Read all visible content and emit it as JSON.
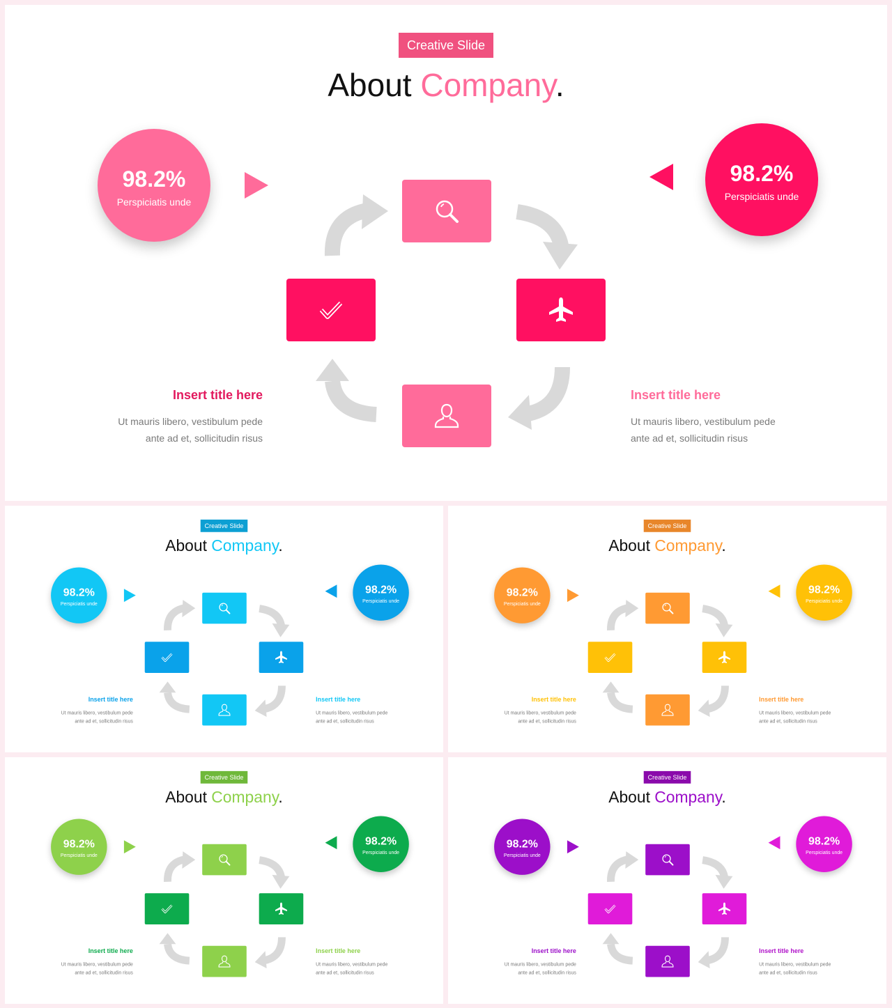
{
  "slides": [
    {
      "tag": "Creative Slide",
      "title_main": "About ",
      "title_accent": "Company",
      "title_end": ".",
      "stat_left": {
        "value": "98.2%",
        "label": "Perspiciatis unde"
      },
      "stat_right": {
        "value": "98.2%",
        "label": "Perspiciatis unde"
      },
      "caption_left": {
        "title": "Insert title here",
        "line1": "Ut mauris libero, vestibulum pede",
        "line2": "ante ad et, sollicitudin risus"
      },
      "caption_right": {
        "title": "Insert title here",
        "line1": "Ut mauris libero, vestibulum pede",
        "line2": "ante ad et, sollicitudin risus"
      },
      "colors": {
        "light": "#ff6b9a",
        "dark": "#ff1061",
        "tag": "#f0517f",
        "accent": "#ff6b9a",
        "cap_left": "#e2195e",
        "cap_right": "#ff6b9a"
      }
    },
    {
      "tag": "Creative Slide",
      "title_main": "About ",
      "title_accent": "Company",
      "title_end": ".",
      "stat_left": {
        "value": "98.2%",
        "label": "Perspiciatis unde"
      },
      "stat_right": {
        "value": "98.2%",
        "label": "Perspiciatis unde"
      },
      "caption_left": {
        "title": "Insert title here",
        "line1": "Ut mauris libero, vestibulum pede",
        "line2": "ante ad et, sollicitudin risus"
      },
      "caption_right": {
        "title": "Insert title here",
        "line1": "Ut mauris libero, vestibulum pede",
        "line2": "ante ad et, sollicitudin risus"
      },
      "colors": {
        "light": "#12c7f5",
        "dark": "#0aa2ea",
        "tag": "#0c9fd3",
        "accent": "#12c7f5",
        "cap_left": "#0aa2ea",
        "cap_right": "#12c7f5"
      }
    },
    {
      "tag": "Creative Slide",
      "title_main": "About ",
      "title_accent": "Company",
      "title_end": ".",
      "stat_left": {
        "value": "98.2%",
        "label": "Perspiciatis unde"
      },
      "stat_right": {
        "value": "98.2%",
        "label": "Perspiciatis unde"
      },
      "caption_left": {
        "title": "Insert title here",
        "line1": "Ut mauris libero, vestibulum pede",
        "line2": "ante ad et, sollicitudin risus"
      },
      "caption_right": {
        "title": "Insert title here",
        "line1": "Ut mauris libero, vestibulum pede",
        "line2": "ante ad et, sollicitudin risus"
      },
      "colors": {
        "light": "#ff9a33",
        "dark": "#ffc107",
        "tag": "#e8862a",
        "accent": "#ff9a33",
        "cap_left": "#ffc107",
        "cap_right": "#ff9a33"
      }
    },
    {
      "tag": "Creative Slide",
      "title_main": "About ",
      "title_accent": "Company",
      "title_end": ".",
      "stat_left": {
        "value": "98.2%",
        "label": "Perspiciatis unde"
      },
      "stat_right": {
        "value": "98.2%",
        "label": "Perspiciatis unde"
      },
      "caption_left": {
        "title": "Insert title here",
        "line1": "Ut mauris libero, vestibulum pede",
        "line2": "ante ad et, sollicitudin risus"
      },
      "caption_right": {
        "title": "Insert title here",
        "line1": "Ut mauris libero, vestibulum pede",
        "line2": "ante ad et, sollicitudin risus"
      },
      "colors": {
        "light": "#8ed14b",
        "dark": "#0dab4d",
        "tag": "#6fb83a",
        "accent": "#8ed14b",
        "cap_left": "#0dab4d",
        "cap_right": "#8ed14b"
      }
    },
    {
      "tag": "Creative Slide",
      "title_main": "About ",
      "title_accent": "Company",
      "title_end": ".",
      "stat_left": {
        "value": "98.2%",
        "label": "Perspiciatis unde"
      },
      "stat_right": {
        "value": "98.2%",
        "label": "Perspiciatis unde"
      },
      "caption_left": {
        "title": "Insert title here",
        "line1": "Ut mauris libero, vestibulum pede",
        "line2": "ante ad et, sollicitudin risus"
      },
      "caption_right": {
        "title": "Insert title here",
        "line1": "Ut mauris libero, vestibulum pede",
        "line2": "ante ad et, sollicitudin risus"
      },
      "colors": {
        "light": "#9c0fc9",
        "dark": "#e01bd9",
        "tag": "#8a0aab",
        "accent": "#9c0fc9",
        "cap_left": "#9c0fc9",
        "cap_right": "#b012c9"
      }
    }
  ]
}
